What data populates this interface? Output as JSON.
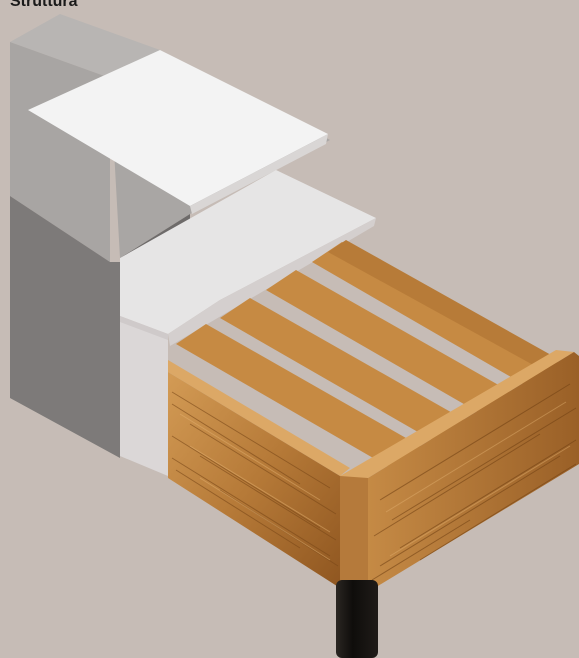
{
  "title": "Struttura",
  "colors": {
    "background": "#c6bcb6",
    "block_front": "#7e7b7a",
    "block_side": "#a9a6a4",
    "mattress_top": "#f2f2f2",
    "mattress_side": "#ddd9d9",
    "wood_light": "#d8a460",
    "wood_mid": "#bd8440",
    "wood_dark": "#9c6328",
    "leg": "#141210"
  },
  "diagram": {
    "parts": [
      "stacked-block",
      "mattress-layer",
      "slatted-base",
      "bed-frame",
      "leg"
    ],
    "slat_count": 5
  }
}
